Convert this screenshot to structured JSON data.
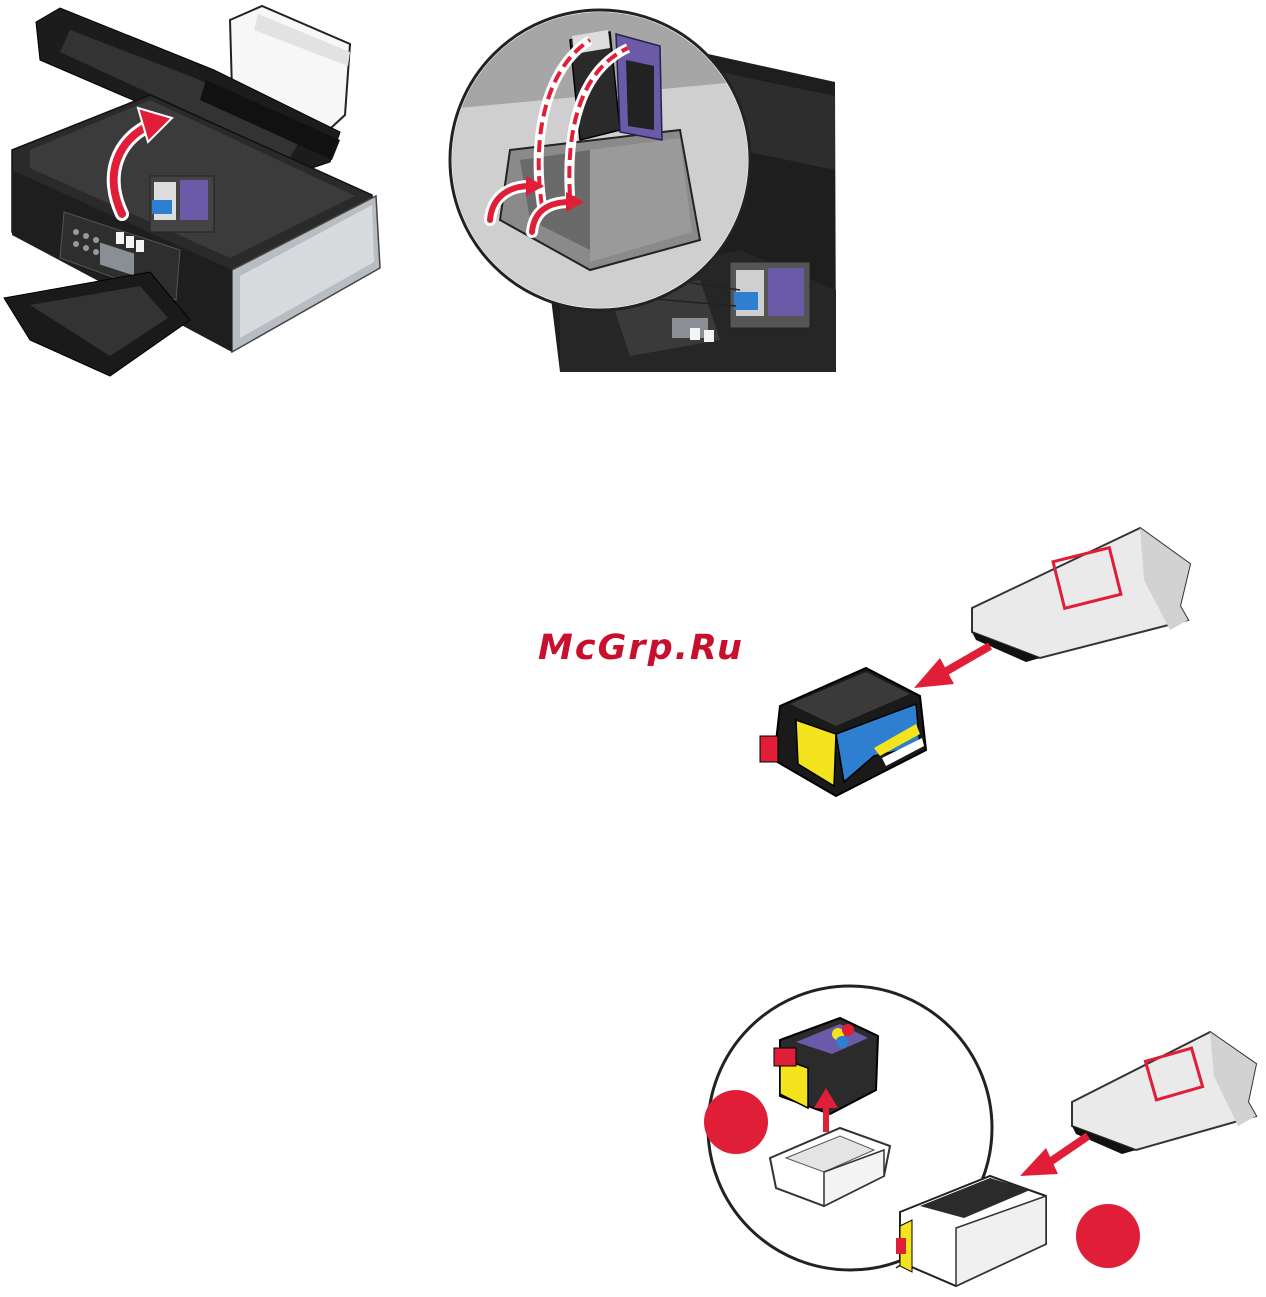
{
  "page": {
    "watermark_text": "McGrp.Ru"
  },
  "colors": {
    "accent_red": "#e01e37",
    "printer_dark": "#222222",
    "printer_silver": "#b8bdc3",
    "ink_yellow": "#f4e41e",
    "ink_blue": "#2e7fd0",
    "cartridge_purple": "#6a5aa8",
    "bag_gray": "#e9e9e9"
  },
  "figures": [
    {
      "id": "printer-open",
      "icon": "printer-open-lid-illustration"
    },
    {
      "id": "cartridge-latches",
      "icon": "magnified-cartridge-carrier-illustration"
    },
    {
      "id": "unwrap-cartridge",
      "icon": "cartridge-from-package-illustration"
    },
    {
      "id": "remove-cartridge-from-tray",
      "icon": "cartridge-storage-unit-illustration"
    }
  ]
}
